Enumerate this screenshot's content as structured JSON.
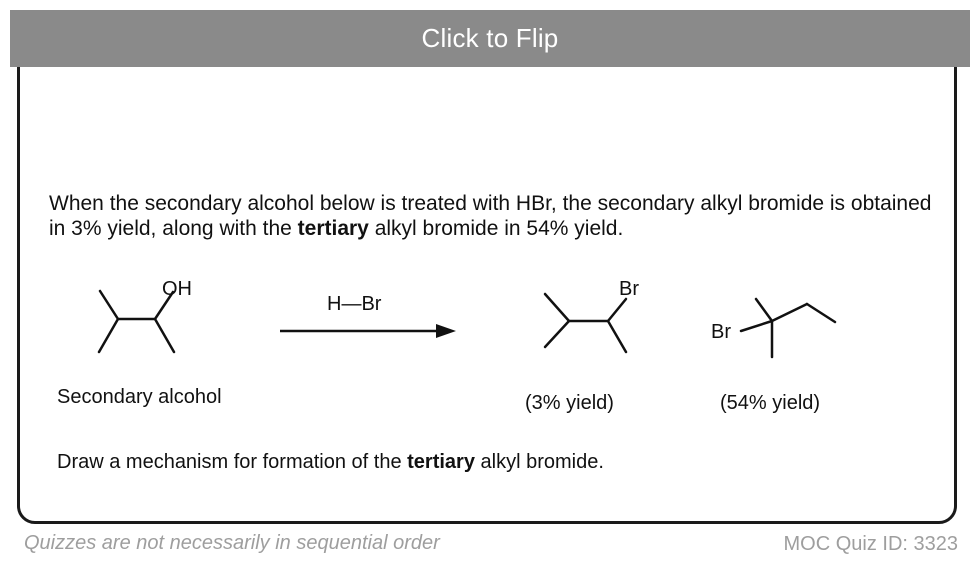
{
  "flip_button": {
    "label": "Click to Flip"
  },
  "question": {
    "p1": "When the secondary alcohol below is treated with HBr, the secondary alkyl bromide is obtained in 3% yield, along with the ",
    "b1": "tertiary",
    "p2": " alkyl bromide in 54% yield."
  },
  "scheme": {
    "reactant_group": "OH",
    "reagent": "H—Br",
    "product1_group": "Br",
    "product2_group": "Br",
    "reactant_label": "Secondary alcohol",
    "product1_label": "(3% yield)",
    "product2_label": "(54% yield)"
  },
  "instruction": {
    "p1": "Draw a mechanism for formation of the ",
    "b1": "tertiary",
    "p2": " alkyl bromide."
  },
  "footer": {
    "note": "Quizzes are not necessarily in sequential order",
    "quiz_id": "MOC Quiz ID: 3323"
  }
}
